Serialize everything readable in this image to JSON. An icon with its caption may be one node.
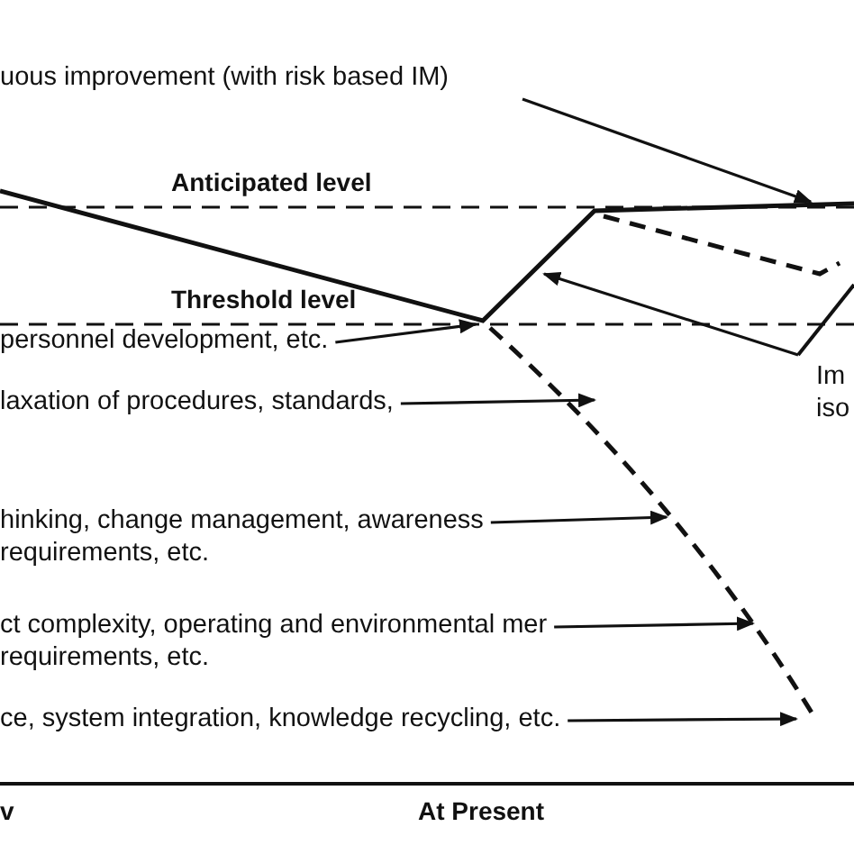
{
  "diagram": {
    "nodes": [
      {
        "text": [
          "uous improvement (with risk based IM)"
        ]
      },
      {
        "text": [
          "personnel development, etc."
        ]
      },
      {
        "text": [
          "laxation of procedures, standards,"
        ]
      },
      {
        "text": [
          "hinking, change management, awareness requirements, etc."
        ]
      },
      {
        "text": [
          "ct complexity, operating and environmental mer requirements, etc."
        ]
      },
      {
        "text": [
          "ce, system integration, knowledge recycling, etc."
        ]
      },
      {
        "text": [
          "Im iso"
        ]
      }
    ],
    "edges": [
      {
        "from": 0,
        "to": null,
        "arrow": "to"
      },
      {
        "from": 1,
        "to": null,
        "arrow": "to"
      },
      {
        "from": 2,
        "to": null,
        "arrow": "to"
      },
      {
        "from": 3,
        "to": null,
        "arrow": "to"
      },
      {
        "from": 4,
        "to": null,
        "arrow": "to"
      },
      {
        "from": 5,
        "to": null,
        "arrow": "to"
      },
      {
        "from": 6,
        "to": null,
        "arrow": "to"
      }
    ],
    "labels": [
      "Anticipated level",
      "Threshold level",
      "v",
      "At Present"
    ]
  }
}
